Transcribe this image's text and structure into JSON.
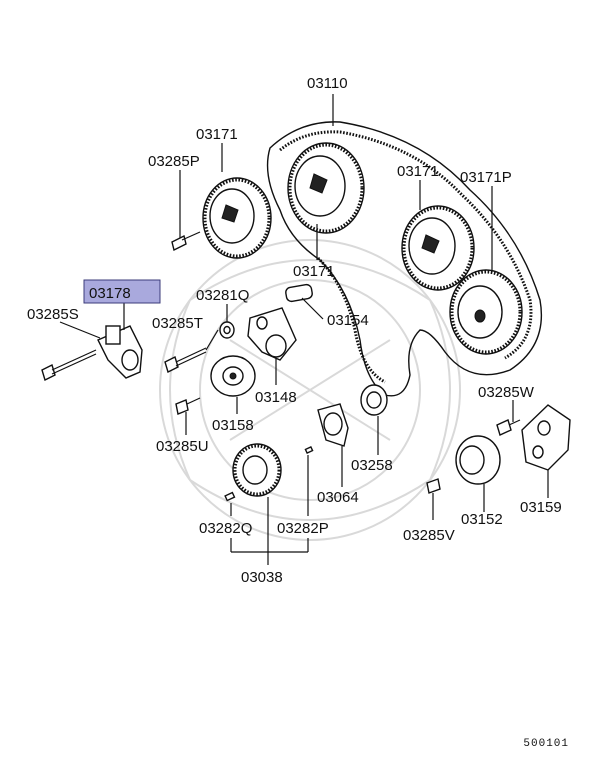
{
  "labels": {
    "p03110": "03110",
    "p03171_a": "03171",
    "p03171_b": "03171",
    "p03171_c": "03171",
    "p03171P": "03171P",
    "p03285P": "03285P",
    "p03178": "03178",
    "p03281Q": "03281Q",
    "p03285S": "03285S",
    "p03285T": "03285T",
    "p03154": "03154",
    "p03148": "03148",
    "p03158": "03158",
    "p03285U": "03285U",
    "p03258": "03258",
    "p03285W": "03285W",
    "p03064": "03064",
    "p03159": "03159",
    "p03152": "03152",
    "p03282Q": "03282Q",
    "p03282P": "03282P",
    "p03285V": "03285V",
    "p03038": "03038"
  },
  "highlight_color": "#a9a9dd",
  "diagram_code": "500101"
}
